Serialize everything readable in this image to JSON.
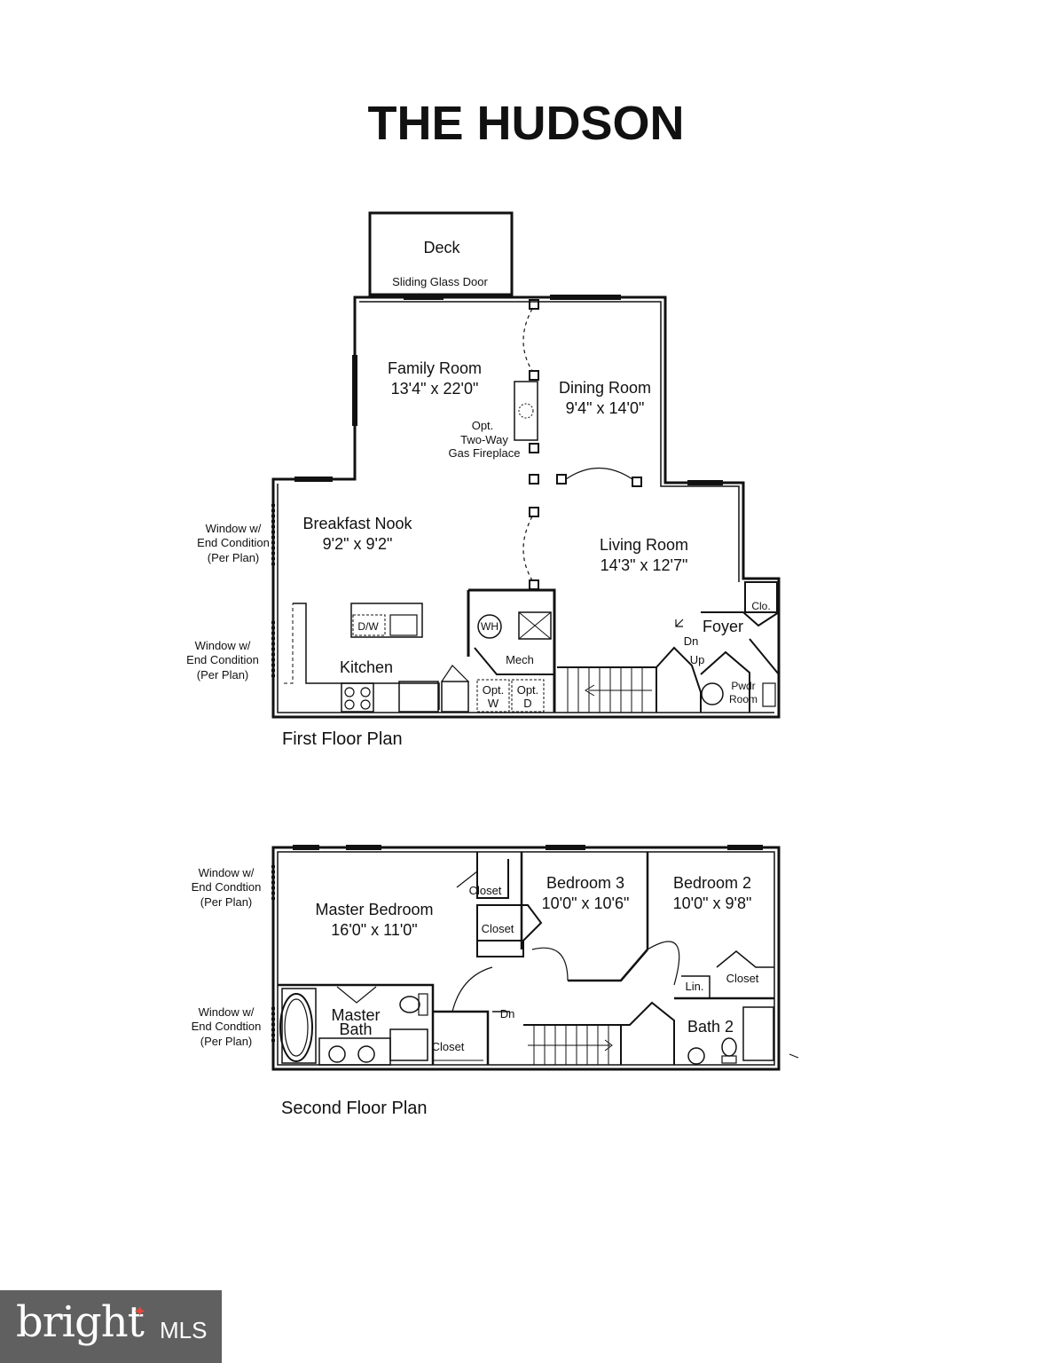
{
  "title": "THE HUDSON",
  "first_floor": {
    "caption": "First Floor Plan",
    "deck": "Deck",
    "sliding_door": "Sliding Glass Door",
    "family_room": {
      "name": "Family Room",
      "size": "13'4\" x 22'0\""
    },
    "dining_room": {
      "name": "Dining Room",
      "size": "9'4\" x 14'0\""
    },
    "fireplace": [
      "Opt.",
      "Two-Way",
      "Gas Fireplace"
    ],
    "breakfast_nook": {
      "name": "Breakfast Nook",
      "size": "9'2\" x 9'2\""
    },
    "living_room": {
      "name": "Living Room",
      "size": "14'3\" x 12'7\""
    },
    "window_note": [
      "Window w/",
      "End Condition",
      "(Per Plan)"
    ],
    "kitchen": "Kitchen",
    "dw": "D/W",
    "wh": "WH",
    "mech": "Mech",
    "opt_w": [
      "Opt.",
      "W"
    ],
    "opt_d": [
      "Opt.",
      "D"
    ],
    "foyer": "Foyer",
    "clo": "Clo.",
    "dn": "Dn",
    "up": "Up",
    "pwdr": [
      "Pwdr",
      "Room"
    ]
  },
  "second_floor": {
    "caption": "Second Floor Plan",
    "window_note": [
      "Window w/",
      "End Condtion",
      "(Per Plan)"
    ],
    "master_bedroom": {
      "name": "Master Bedroom",
      "size": "16'0\" x 11'0\""
    },
    "bedroom3": {
      "name": "Bedroom 3",
      "size": "10'0\" x 10'6\""
    },
    "bedroom2": {
      "name": "Bedroom 2",
      "size": "10'0\" x 9'8\""
    },
    "closet": "Closet",
    "master_bath": [
      "Master",
      "Bath"
    ],
    "bath2": "Bath 2",
    "lin": "Lin.",
    "dn": "Dn"
  },
  "logo": {
    "brand": "bright",
    "suffix": "MLS"
  }
}
